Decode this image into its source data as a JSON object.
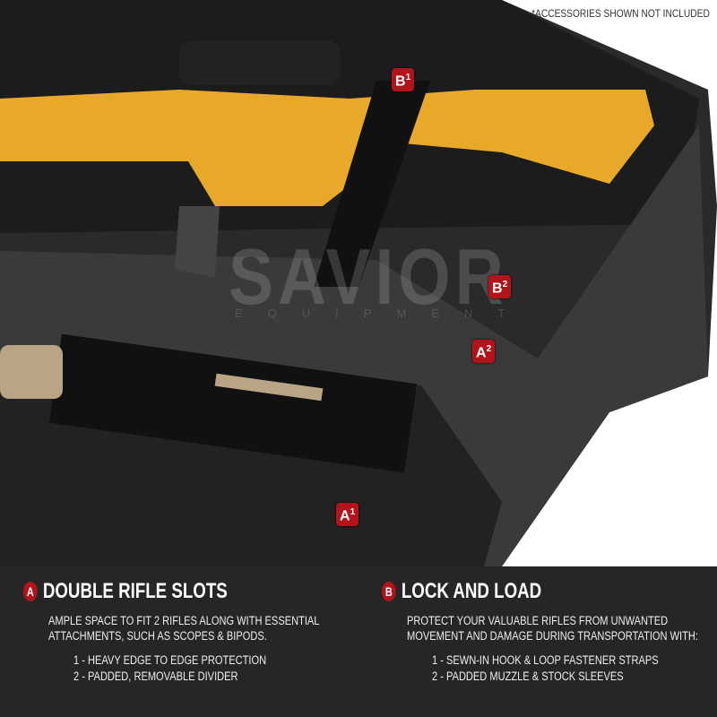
{
  "disclaimer": "*ACCESSORIES SHOWN NOT INCLUDED",
  "watermark": {
    "brand": "SAVIOR",
    "sub": "EQUIPMENT"
  },
  "callouts": [
    {
      "letter": "B",
      "num": "1"
    },
    {
      "letter": "B",
      "num": "2"
    },
    {
      "letter": "A",
      "num": "2"
    },
    {
      "letter": "A",
      "num": "1"
    }
  ],
  "colors": {
    "accent": "#b3141b",
    "panel": "#262626",
    "rifle": "#e8a92a",
    "case": "#1e1e1e"
  },
  "features": [
    {
      "badge": "A",
      "title": "DOUBLE RIFLE SLOTS",
      "description": "AMPLE SPACE TO FIT 2 RIFLES ALONG WITH ESSENTIAL ATTACHMENTS, SUCH AS SCOPES & BIPODS.",
      "items": [
        "1 - HEAVY EDGE TO EDGE PROTECTION",
        "2 - PADDED, REMOVABLE DIVIDER"
      ]
    },
    {
      "badge": "B",
      "title": "LOCK AND LOAD",
      "description": "PROTECT YOUR VALUABLE RIFLES FROM UNWANTED MOVEMENT AND DAMAGE DURING TRANSPORTATION WITH:",
      "items": [
        "1 - SEWN-IN HOOK & LOOP FASTENER STRAPS",
        "2 - PADDED MUZZLE & STOCK SLEEVES"
      ]
    }
  ]
}
